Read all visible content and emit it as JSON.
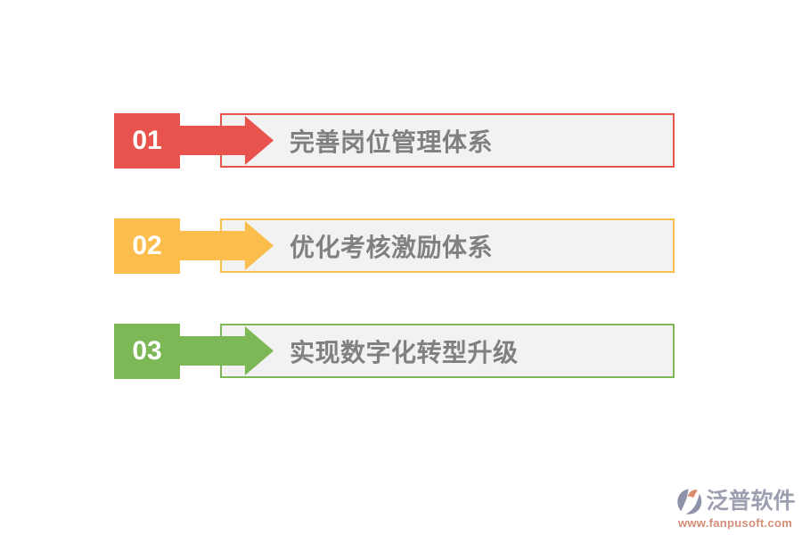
{
  "canvas": {
    "background": "#FFFFFF"
  },
  "theme": {
    "panel_fill": "#F2F2F2",
    "title_text_color": "#808080",
    "number_text_color": "#FFFFFF"
  },
  "items": [
    {
      "number": "01",
      "title": "完善岗位管理体系",
      "accent_color": "#E9534E"
    },
    {
      "number": "02",
      "title": "优化考核激励体系",
      "accent_color": "#FBBE4C"
    },
    {
      "number": "03",
      "title": "实现数字化转型升级",
      "accent_color": "#7DB857"
    }
  ],
  "footer": {
    "brand_name": "泛普软件",
    "website": "www.fanpusoft.com",
    "brand_color": "#9DA0B0",
    "website_color": "#D58D78",
    "logo_icon": "fanpu-circle-logo",
    "logo_primary_color": "#8E93A9",
    "logo_accent_color": "#DC8A70"
  }
}
